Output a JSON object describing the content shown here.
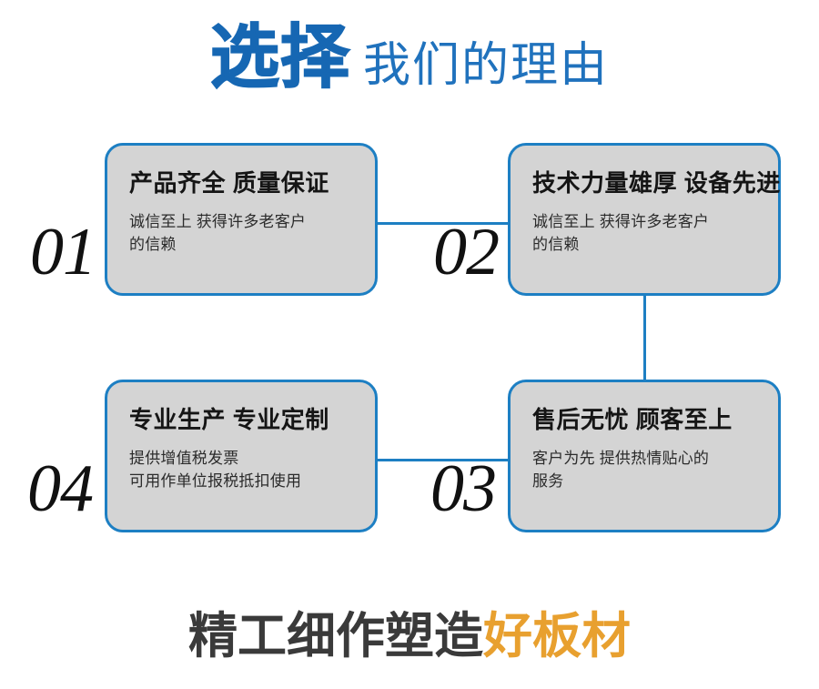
{
  "header": {
    "strong_text": "选择",
    "light_text": "我们的理由",
    "strong_color": "#1667B3",
    "light_color": "#2072BD"
  },
  "cards": [
    {
      "number": "01",
      "title": "产品齐全 质量保证",
      "body": "诚信至上 获得许多老客户\n的信赖"
    },
    {
      "number": "02",
      "title": "技术力量雄厚 设备先进",
      "body": "诚信至上 获得许多老客户\n的信赖"
    },
    {
      "number": "03",
      "title": "售后无忧 顾客至上",
      "body": "客户为先 提供热情贴心的\n服务"
    },
    {
      "number": "04",
      "title": "专业生产 专业定制",
      "body": "提供增值税发票\n可用作单位报税抵扣使用"
    }
  ],
  "footer": {
    "dark_text": "精工细作塑造",
    "accent_text": "好板材",
    "dark_color": "#3A3A3A",
    "accent_color": "#E8A02F"
  },
  "theme": {
    "card_fill": "#D4D4D4",
    "card_border": "#1D7FC3",
    "connector_color": "#1D7FC3",
    "background": "#ffffff"
  }
}
